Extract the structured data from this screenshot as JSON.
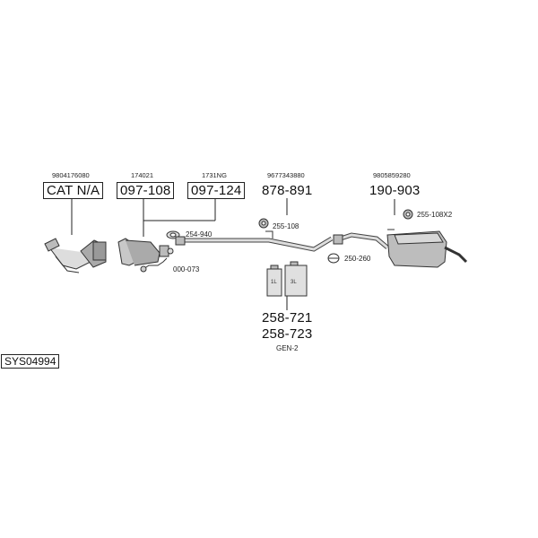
{
  "diagram": {
    "system_id": "SYS04994",
    "parts": [
      {
        "oe": "9804176080",
        "part_no": "CAT N/A",
        "boxed": true
      },
      {
        "oe": "174021",
        "part_no": "097-108",
        "boxed": true
      },
      {
        "oe": "1731NG",
        "part_no": "097-124",
        "boxed": true
      },
      {
        "oe": "9677343880",
        "part_no": "878-891",
        "boxed": false
      },
      {
        "oe": "9805859280",
        "part_no": "190-903",
        "boxed": false
      }
    ],
    "fittings": [
      {
        "label": "254-940"
      },
      {
        "label": "000-073"
      },
      {
        "label": "255-108"
      },
      {
        "label": "250-260"
      },
      {
        "label": "255-108X2"
      }
    ],
    "paste": {
      "part_nos": [
        "258-721",
        "258-723"
      ],
      "note": "GEN-2",
      "can_labels": [
        "1L",
        "3L"
      ]
    }
  }
}
